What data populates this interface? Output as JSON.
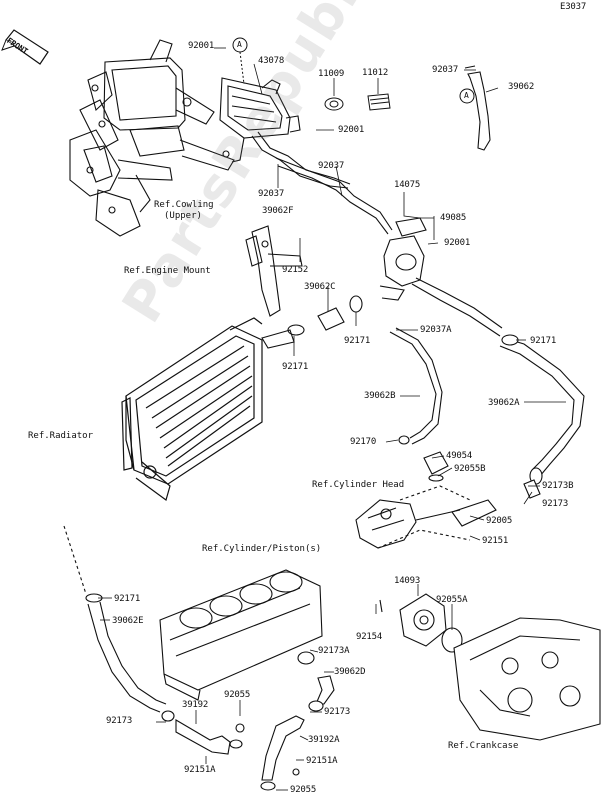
{
  "diagram_code": "E3037",
  "front_label": "FRONT",
  "watermark": "PartsRepublik",
  "callouts": {
    "circle_a_top": "A",
    "circle_a_right": "A"
  },
  "parts": {
    "p92001_top": "92001",
    "p43078": "43078",
    "p11009": "11009",
    "p11012": "11012",
    "p92037_right": "92037",
    "p39062": "39062",
    "p92001_mid": "92001",
    "p92037_mid": "92037",
    "p92037_low": "92037",
    "p39062F": "39062F",
    "p14075": "14075",
    "p49085": "49085",
    "p92001_cap": "92001",
    "p92152": "92152",
    "p39062C": "39062C",
    "p92171_a": "92171",
    "p92171_b": "92171",
    "p92037A": "92037A",
    "p92171_c": "92171",
    "p39062B": "39062B",
    "p39062A": "39062A",
    "p92170": "92170",
    "p49054": "49054",
    "p92055B": "92055B",
    "p92173B": "92173B",
    "p92173_a": "92173",
    "p92005": "92005",
    "p92151": "92151",
    "p92171_d": "92171",
    "p39062E": "39062E",
    "p14093": "14093",
    "p92055A": "92055A",
    "p92154": "92154",
    "p92173A": "92173A",
    "p39062D": "39062D",
    "p92055_a": "92055",
    "p39192": "39192",
    "p92173_b": "92173",
    "p92173_c": "92173",
    "p39192A": "39192A",
    "p92151A_a": "92151A",
    "p92151A_b": "92151A",
    "p92055_b": "92055"
  },
  "references": {
    "cowling": "Ref.Cowling",
    "cowling_sub": "(Upper)",
    "engine_mount": "Ref.Engine Mount",
    "radiator": "Ref.Radiator",
    "cylinder_head": "Ref.Cylinder Head",
    "cylinder_piston": "Ref.Cylinder/Piston(s)",
    "crankcase": "Ref.Crankcase"
  }
}
